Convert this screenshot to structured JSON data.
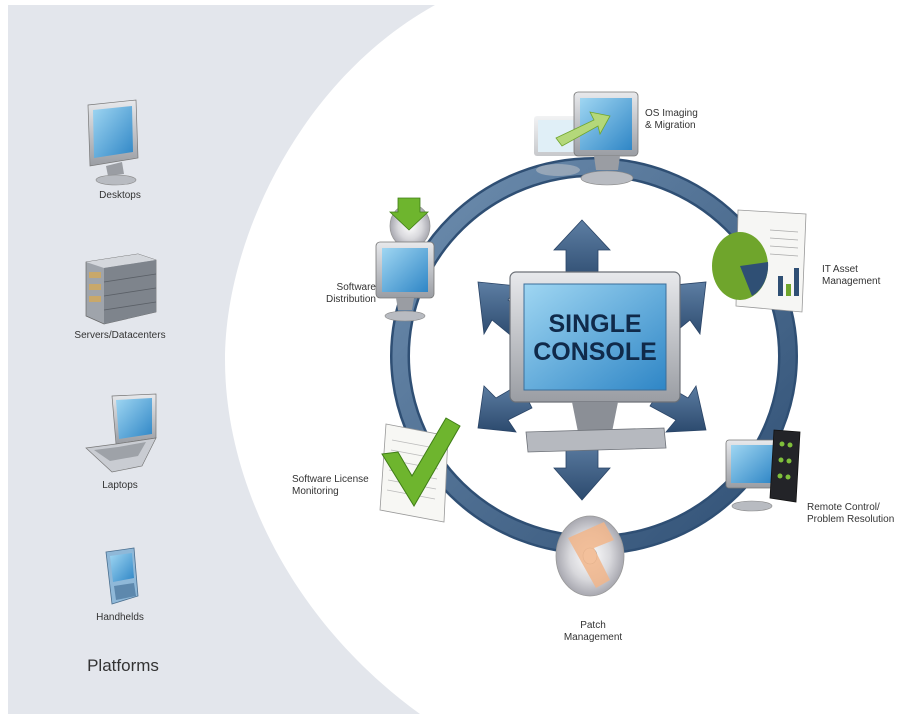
{
  "platforms": {
    "title": "Platforms",
    "items": [
      "Desktops",
      "Servers/Datacenters",
      "Laptops",
      "Handhelds"
    ]
  },
  "console": {
    "line1": "SINGLE",
    "line2": "CONSOLE"
  },
  "modules": {
    "os_imaging": [
      "OS Imaging",
      "& Migration"
    ],
    "it_asset": [
      "IT Asset",
      "Management"
    ],
    "remote_control": [
      "Remote Control/",
      "Problem Resolution"
    ],
    "patch": [
      "Patch",
      "Management"
    ],
    "license": [
      "Software License",
      "Monitoring"
    ],
    "distribution": [
      "Software",
      "Distribution"
    ]
  },
  "colors": {
    "panel": "#e3e6ec",
    "ring": "#4a6b8e",
    "screen": "#4aa3d8",
    "check": "#6eb52e",
    "pie": "#6fa52c"
  }
}
